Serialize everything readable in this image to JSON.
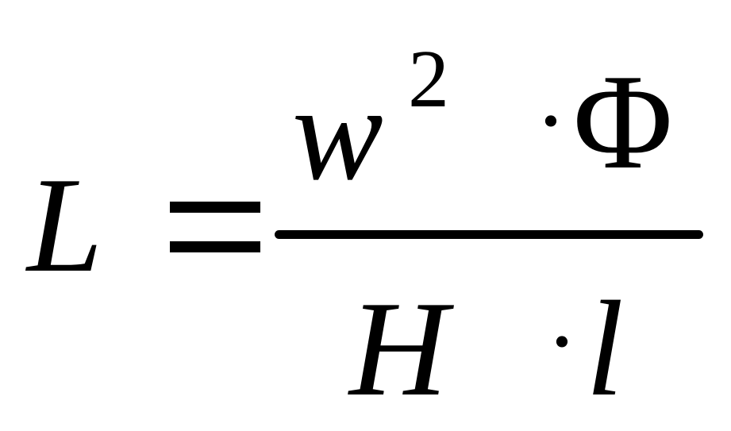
{
  "formula": {
    "lhs": "L",
    "equals": "=",
    "numerator": {
      "base": "w",
      "exponent": "2",
      "operator": "·",
      "factor": "Φ"
    },
    "denominator": {
      "first": "H",
      "operator": "·",
      "second": "l"
    }
  },
  "colors": {
    "background": "#ffffff",
    "ink": "#000000"
  }
}
